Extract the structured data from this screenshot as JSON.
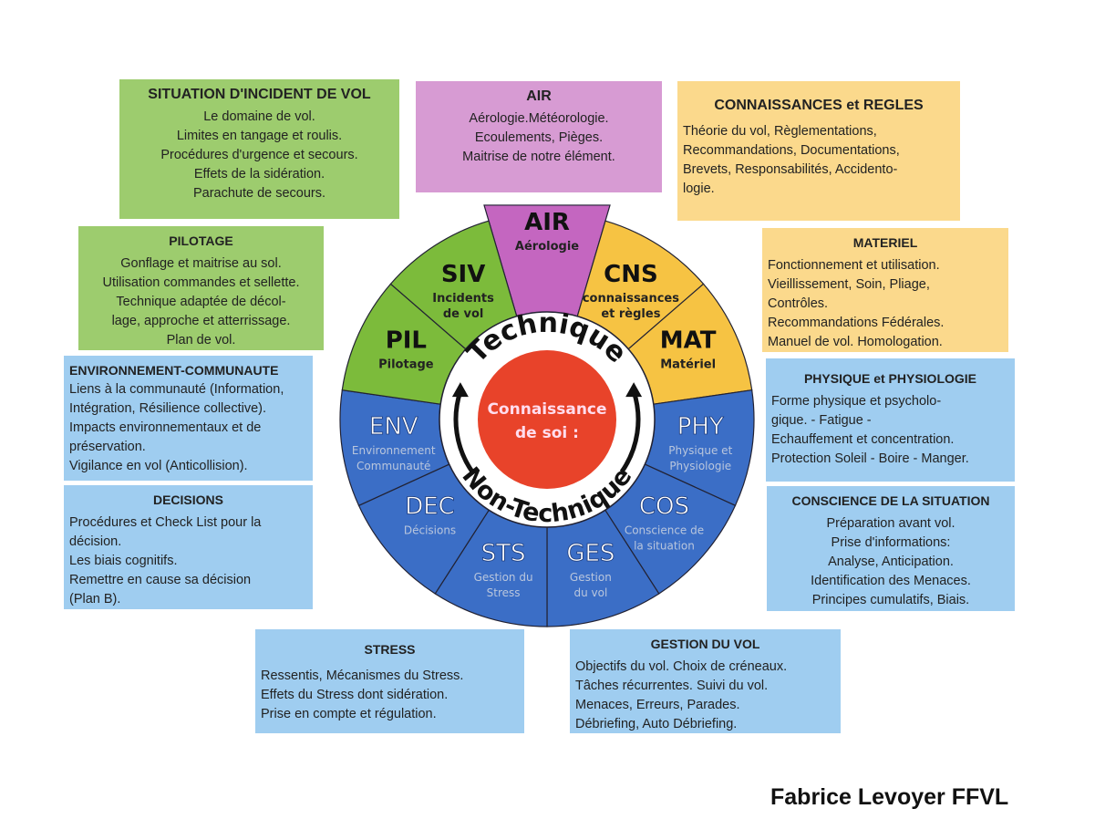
{
  "boxes": {
    "siv": {
      "title": "SITUATION D'INCIDENT DE VOL",
      "lines": [
        "Le domaine de vol.",
        "Limites en tangage et roulis.",
        "Procédures d'urgence et secours.",
        "Effets de la sidération.",
        "Parachute de secours."
      ]
    },
    "air": {
      "title": "AIR",
      "lines": [
        "Aérologie.Météorologie.",
        "Ecoulements, Pièges.",
        "Maitrise de notre élément."
      ]
    },
    "cns": {
      "title": "CONNAISSANCES et REGLES",
      "lines": [
        "Théorie du vol, Règlementations,",
        "Recommandations, Documentations,",
        "Brevets, Responsabilités, Accidento-",
        "logie."
      ]
    },
    "pil": {
      "title": "PILOTAGE",
      "lines": [
        "Gonflage et maitrise au sol.",
        "Utilisation commandes et sellette.",
        "Technique adaptée de décol-",
        "lage, approche et atterrissage.",
        "Plan de vol."
      ]
    },
    "mat": {
      "title": "MATERIEL",
      "lines": [
        "Fonctionnement et utilisation.",
        "Vieillissement, Soin, Pliage,",
        "Contrôles.",
        "Recommandations Fédérales.",
        "Manuel de vol. Homologation."
      ]
    },
    "env": {
      "title": "ENVIRONNEMENT-COMMUNAUTE",
      "lines": [
        "Liens à la communauté (Information,",
        "Intégration, Résilience collective).",
        "Impacts environnementaux et de",
        "préservation.",
        "Vigilance en vol (Anticollision)."
      ]
    },
    "phy": {
      "title": "PHYSIQUE et PHYSIOLOGIE",
      "lines": [
        "Forme physique et psycholo-",
        "gique. - Fatigue -",
        "Echauffement et concentration.",
        "Protection Soleil - Boire - Manger."
      ]
    },
    "dec": {
      "title": "DECISIONS",
      "lines": [
        "Procédures et Check List pour la",
        "décision.",
        "Les biais cognitifs.",
        "Remettre en cause sa décision",
        "(Plan B)."
      ]
    },
    "cos": {
      "title": "CONSCIENCE DE LA SITUATION",
      "lines": [
        "Préparation avant vol.",
        "Prise d'informations:",
        "Analyse, Anticipation.",
        "Identification des Menaces.",
        "Principes cumulatifs, Biais."
      ]
    },
    "sts": {
      "title": "STRESS",
      "lines": [
        "Ressentis, Mécanismes du Stress.",
        "Effets du Stress dont sidération.",
        "Prise en compte et régulation."
      ]
    },
    "ges": {
      "title": "GESTION DU VOL",
      "lines": [
        "Objectifs du vol. Choix de créneaux.",
        "Tâches récurrentes. Suivi du vol.",
        "Menaces, Erreurs, Parades.",
        "Débriefing, Auto Débriefing."
      ]
    }
  },
  "wheel": {
    "center": [
      "Connaissance",
      "de soi :"
    ],
    "top_label": "Technique",
    "bottom_label": "Non-Technique",
    "segments": [
      {
        "code": "AIR",
        "sub": [
          "Aérologie"
        ],
        "color": "#c466c0",
        "kind": "tech"
      },
      {
        "code": "CNS",
        "sub": [
          "connaissances",
          "et règles"
        ],
        "color": "#f6c343",
        "kind": "tech"
      },
      {
        "code": "MAT",
        "sub": [
          "Matériel"
        ],
        "color": "#f6c343",
        "kind": "tech"
      },
      {
        "code": "PHY",
        "sub": [
          "Physique et",
          "Physiologie"
        ],
        "color": "#3b6ec6",
        "kind": "non"
      },
      {
        "code": "COS",
        "sub": [
          "Conscience de",
          "la situation"
        ],
        "color": "#3b6ec6",
        "kind": "non"
      },
      {
        "code": "GES",
        "sub": [
          "Gestion",
          "du vol"
        ],
        "color": "#3b6ec6",
        "kind": "non"
      },
      {
        "code": "STS",
        "sub": [
          "Gestion du",
          "Stress"
        ],
        "color": "#3b6ec6",
        "kind": "non"
      },
      {
        "code": "DEC",
        "sub": [
          "Décisions"
        ],
        "color": "#3b6ec6",
        "kind": "non"
      },
      {
        "code": "ENV",
        "sub": [
          "Environnement",
          "Communauté"
        ],
        "color": "#3b6ec6",
        "kind": "non"
      },
      {
        "code": "PIL",
        "sub": [
          "Pilotage"
        ],
        "color": "#7cbb3b",
        "kind": "tech"
      },
      {
        "code": "SIV",
        "sub": [
          "Incidents",
          "de vol"
        ],
        "color": "#7cbb3b",
        "kind": "tech"
      }
    ]
  },
  "author": "Fabrice Levoyer FFVL"
}
